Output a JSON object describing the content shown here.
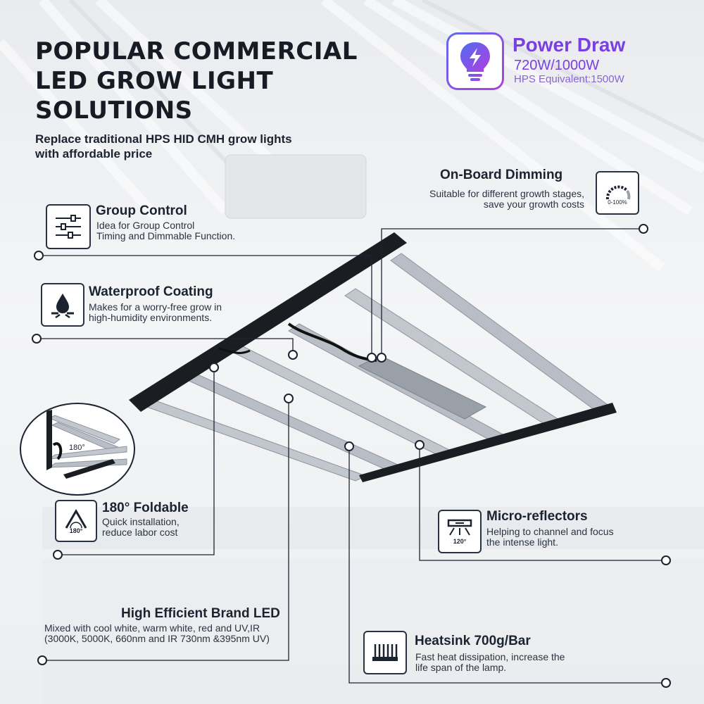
{
  "header": {
    "title_lines": [
      "POPULAR COMMERCIAL",
      "LED GROW LIGHT",
      "SOLUTIONS"
    ],
    "subtitle_lines": [
      "Replace traditional HPS HID CMH grow lights",
      "with affordable price"
    ]
  },
  "power": {
    "title": "Power Draw",
    "value": "720W/1000W",
    "equivalent": "HPS Equivalent:1500W",
    "icon": "bulb-bolt-icon",
    "accent": "#7a3fe0"
  },
  "features": {
    "group_control": {
      "title": "Group Control",
      "desc": [
        "Idea for Group Control",
        "Timing and Dimmable Function."
      ],
      "icon": "sliders-icon"
    },
    "dimming": {
      "title": "On-Board Dimming",
      "desc": [
        "Suitable for different growth stages,",
        "save your growth costs"
      ],
      "icon": "dial-icon",
      "icon_label": "0-100%"
    },
    "waterproof": {
      "title": "Waterproof Coating",
      "desc": [
        "Makes for a worry-free grow in",
        "high-humidity environments."
      ],
      "icon": "water-drop-icon"
    },
    "foldable": {
      "title": "180° Foldable",
      "desc": [
        "Quick installation,",
        "reduce labor cost"
      ],
      "icon": "fold-angle-icon",
      "icon_label": "180°",
      "inset_label": "180°"
    },
    "reflectors": {
      "title": "Micro-reflectors",
      "desc": [
        "Helping to channel and focus",
        "the intense light."
      ],
      "icon": "reflector-icon",
      "icon_label": "120°"
    },
    "brand_led": {
      "title": "High Efficient Brand LED",
      "desc": [
        "Mixed with cool white, warm white, red and UV,IR",
        "(3000K, 5000K, 660nm and IR 730nm &395nm UV)"
      ]
    },
    "heatsink": {
      "title": "Heatsink 700g/Bar",
      "desc": [
        "Fast heat dissipation, increase the",
        "life span of the lamp."
      ],
      "icon": "heatsink-icon"
    }
  }
}
